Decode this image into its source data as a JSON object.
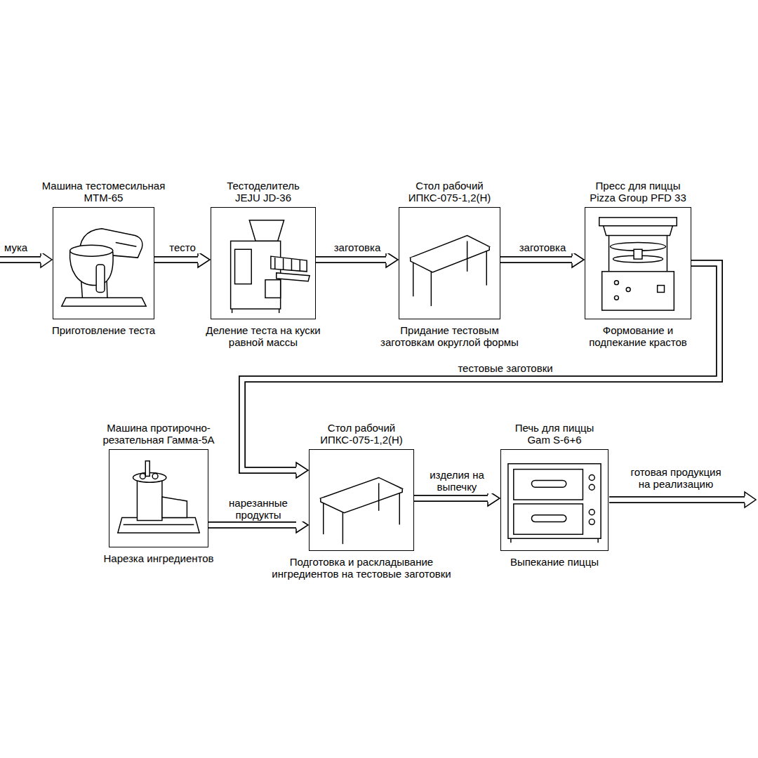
{
  "diagram": {
    "nodes": [
      {
        "text": [
          "Машина тестомесильная МТМ-65",
          "Приготовление теста"
        ]
      },
      {
        "text": [
          "Тестоделитель JEJU JD-36",
          "Деление теста на куски равной массы"
        ]
      },
      {
        "text": [
          "Стол рабочий ИПКС-075-1,2(Н)",
          "Придание тестовым заготовкам округлой формы"
        ]
      },
      {
        "text": [
          "Пресс для пиццы Pizza Group PFD 33",
          "Формование и подпекание крастов"
        ]
      },
      {
        "text": [
          "Машина протирочно-резательная Гамма-5А",
          "Нарезка ингредиентов"
        ]
      },
      {
        "text": [
          "Стол рабочий ИПКС-075-1,2(Н)",
          "Подготовка и раскладывание ингредиентов на тестовые заготовки"
        ]
      },
      {
        "text": [
          "Печь для пиццы Gam S-6+6",
          "Выпекание пиццы"
        ]
      }
    ],
    "edges": [
      {
        "from": 0,
        "to": 1,
        "label": "тесто",
        "arrow": "to"
      },
      {
        "from": 1,
        "to": 2,
        "label": "заготовка",
        "arrow": "to"
      },
      {
        "from": 2,
        "to": 3,
        "label": "заготовка",
        "arrow": "to"
      },
      {
        "from": 3,
        "to": 5,
        "label": "тестовые заготовки",
        "arrow": "to"
      },
      {
        "from": 4,
        "to": 5,
        "label": "нарезанные продукты",
        "arrow": "to"
      },
      {
        "from": 5,
        "to": 6,
        "label": "изделия на выпечку",
        "arrow": "to"
      }
    ],
    "labels": [
      "мука",
      "готовая продукция на реализацию"
    ]
  }
}
